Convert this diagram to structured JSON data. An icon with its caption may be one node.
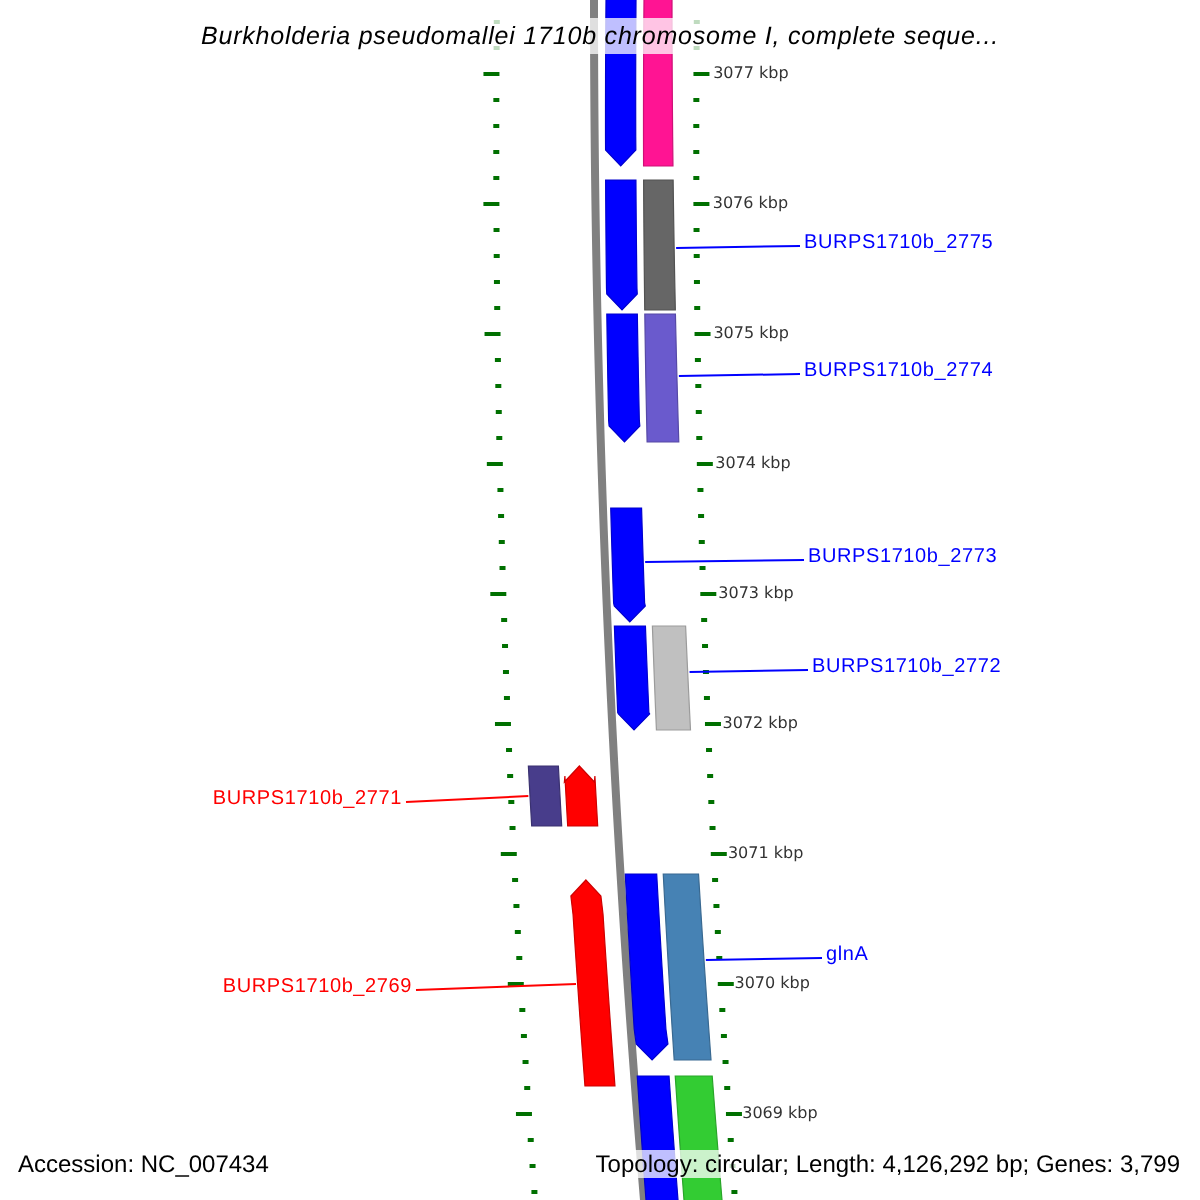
{
  "diagram": {
    "title": "Burkholderia pseudomallei 1710b chromosome I, complete seque...",
    "nodes": [
      {
        "text": [
          "BURPS1710b_2775"
        ]
      },
      {
        "text": [
          "BURPS1710b_2774"
        ]
      },
      {
        "text": [
          "BURPS1710b_2773"
        ]
      },
      {
        "text": [
          "BURPS1710b_2772"
        ]
      },
      {
        "text": [
          "BURPS1710b_2771"
        ]
      },
      {
        "text": [
          "glnA"
        ]
      },
      {
        "text": [
          "BURPS1710b_2769"
        ]
      },
      {
        "text": [],
        "shape": "arrow"
      },
      {
        "text": [],
        "shape": "bar"
      },
      {
        "text": [],
        "shape": "arrow"
      },
      {
        "text": [],
        "shape": "bar"
      },
      {
        "text": [],
        "shape": "arrow"
      },
      {
        "text": [],
        "shape": "bar"
      },
      {
        "text": [],
        "shape": "arrow"
      },
      {
        "text": [],
        "shape": "arrow"
      },
      {
        "text": [],
        "shape": "bar"
      },
      {
        "text": [],
        "shape": "bar"
      },
      {
        "text": [],
        "shape": "arrow"
      },
      {
        "text": [],
        "shape": "arrow"
      },
      {
        "text": [],
        "shape": "bar"
      },
      {
        "text": [],
        "shape": "arrow"
      },
      {
        "text": [],
        "shape": "bar"
      },
      {
        "text": [],
        "shape": "bar"
      }
    ],
    "edges": [
      {
        "from": 0,
        "to": 10,
        "arrow": "none"
      },
      {
        "from": 1,
        "to": 12,
        "arrow": "none"
      },
      {
        "from": 2,
        "to": 13,
        "arrow": "none"
      },
      {
        "from": 3,
        "to": 15,
        "arrow": "none"
      },
      {
        "from": 4,
        "to": 16,
        "arrow": "none",
        "color": "#ff0000"
      },
      {
        "from": 5,
        "to": 19,
        "arrow": "none"
      },
      {
        "from": 6,
        "to": 20,
        "arrow": "none",
        "color": "#ff0000"
      }
    ],
    "labels": [
      "3077 kbp",
      "3076 kbp",
      "3075 kbp",
      "3074 kbp",
      "3073 kbp",
      "3072 kbp",
      "3071 kbp",
      "3070 kbp",
      "3069 kbp",
      "Accession: NC_007434",
      "Topology: circular; Length: 4,126,292 bp; Genes: 3,799"
    ]
  }
}
